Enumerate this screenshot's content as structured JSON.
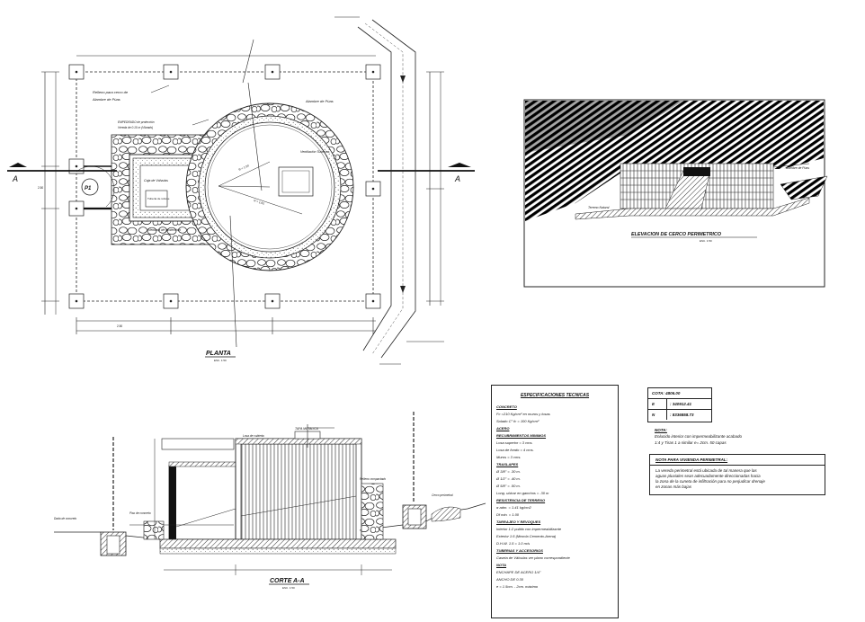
{
  "plan": {
    "title": "PLANTA",
    "scale": "ESC. 1:50",
    "section_mark_left": "A",
    "section_mark_right": "A",
    "p1_label": "P1",
    "labels": {
      "relleno": "Relleno para cerco de",
      "alambre_puas_left": "Alambre de Púas",
      "alambre_puas_right": "Alambre de Púas",
      "empedrado": "EMPEDRADO de protección",
      "vereda": "Vereda de 0.10 m (Vibrado)",
      "caja_valvulas": "Caja de Válvulas",
      "ventilacion": "Ventilación Tuberías",
      "tuberia": "Tubería de rebose",
      "ventana": "Ventana de protección",
      "dim_r1": "R = 1.50",
      "dim_r2": "R = 1.65",
      "dim_bottom": "2.50",
      "dim_side": "2.50"
    }
  },
  "section": {
    "title": "CORTE A-A",
    "scale": "ESC. 1:50",
    "labels": {
      "tapa": "TAPA METALICA",
      "losa": "Losa de cubierta",
      "cerco": "Cerco perimetral",
      "dado": "Dado de concreto",
      "piso": "Piso de concreto",
      "relleno": "Relleno compactado"
    }
  },
  "elevation": {
    "title": "ELEVACION DE CERCO PERIMETRICO",
    "scale": "ESC. 1:50",
    "labels": {
      "left": "Terreno Natural",
      "right": "Alambre de Púas"
    }
  },
  "specs": {
    "title": "ESPECIFICACIONES TECNICAS",
    "lines": [
      {
        "text": "CONCRETO",
        "head": true
      },
      {
        "text": "Fc =210 Kg/cm² en muros y losas",
        "head": false
      },
      {
        "text": "Solado C° fc = 100 Kg/cm²",
        "head": false
      },
      {
        "text": "ACERO",
        "head": true
      },
      {
        "text": "RECUBRIMIENTOS MINIMOS",
        "head": true
      },
      {
        "text": "Losa superior = 3 cms.",
        "head": false
      },
      {
        "text": "Losa de fondo = 4 cms.",
        "head": false
      },
      {
        "text": "Muros       = 3 cms.",
        "head": false
      },
      {
        "text": "TRASLAPES",
        "head": true
      },
      {
        "text": "Ø 3/8\" = .30 m.",
        "head": false
      },
      {
        "text": "Ø 1/2\" = .40 m.",
        "head": false
      },
      {
        "text": "Ø 5/8\" = .50 m.",
        "head": false
      },
      {
        "text": "Long. ubicar en ganchos = .30 m",
        "head": false
      },
      {
        "text": "RESISTENCIA DE TERRENO",
        "head": true
      },
      {
        "text": "σ adm. = 1.41 kg/cm2",
        "head": false
      },
      {
        "text": "Df min. = 1.00",
        "head": false
      },
      {
        "text": "TARRAJEO Y REVOQUES",
        "head": true
      },
      {
        "text": "Interior 1:2 pulido con impermeabilizante",
        "head": false
      },
      {
        "text": "Exterior 1:5 (Mezcla Cemento-Arena)",
        "head": false
      },
      {
        "text": "D.H.W. 1.5 = 1.0 m/s",
        "head": false
      },
      {
        "text": "TUBERIAS Y ACCESORIOS",
        "head": true
      },
      {
        "text": "Caseta de Válvulas ver plano correspondiente",
        "head": false
      },
      {
        "text": "NOTA",
        "head": true
      },
      {
        "text": "ENCHAPE DE ACERO 1/4\"",
        "head": false
      },
      {
        "text": "ANCHO DE 0.30",
        "head": false
      },
      {
        "text": "e = 1.5cm. - 2cm. máximo",
        "head": false
      }
    ]
  },
  "cota": {
    "title": "COTA: 4806.00",
    "rows": [
      {
        "key": "E",
        "value": ": 340912.41"
      },
      {
        "key": "N",
        "value": ": 8336858.73"
      }
    ]
  },
  "nota": {
    "title": "NOTA:",
    "lines": [
      "Enlucido interior con impermeabilizante  acabado",
      "1:4 y Tiras 1 a similar e= 2cm. 50 capas"
    ]
  },
  "nota_cerco": {
    "title": "NOTA PARA VIVIENDA PERIMETRAL:",
    "lines": [
      "La vereda perimetral está ubicada de tal manera que las",
      "aguas pluviales sean adecuadamente direccionadas hacia",
      "la zona de la cuneta de infiltración para no perjudicar drenaje",
      "en zonas más bajas"
    ]
  }
}
